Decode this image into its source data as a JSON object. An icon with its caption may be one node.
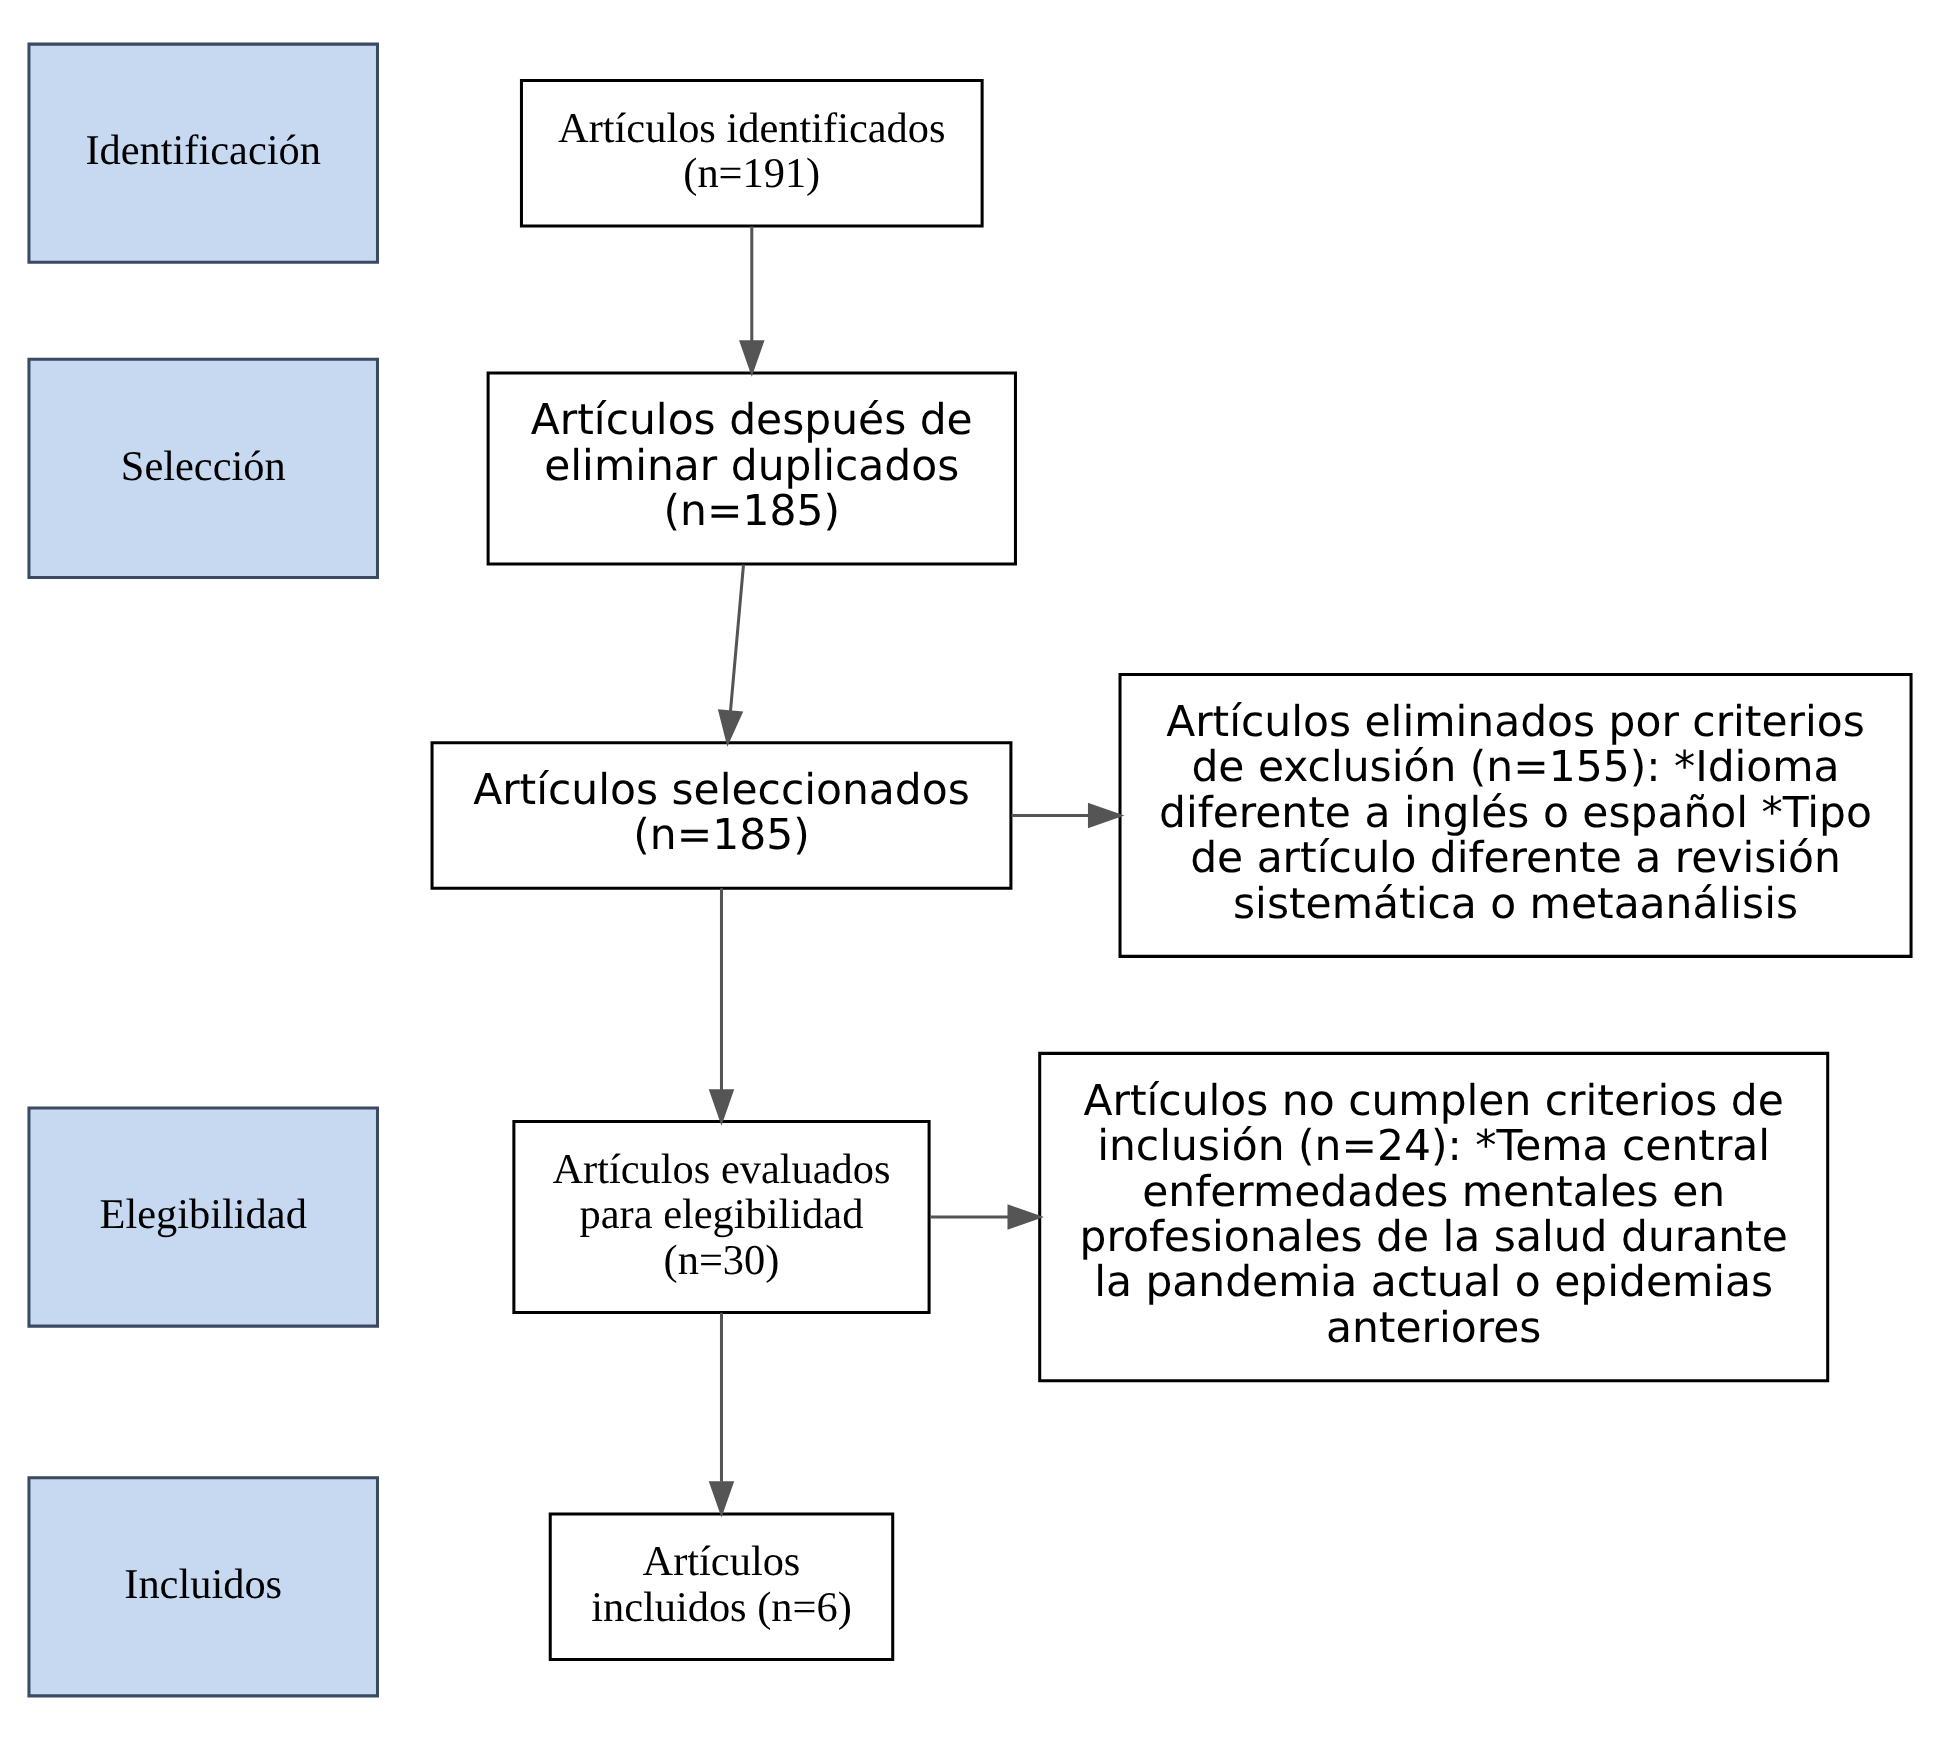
{
  "diagram": {
    "nodes": [
      {
        "text": [
          "Identificación"
        ]
      },
      {
        "text": [
          "Selección"
        ]
      },
      {
        "text": [
          "Elegibilidad"
        ]
      },
      {
        "text": [
          "Incluidos"
        ]
      },
      {
        "text": [
          "Artículos identificados (n=191)"
        ]
      },
      {
        "text": [
          "Artículos después de eliminar duplicados (n=185)"
        ]
      },
      {
        "text": [
          "Artículos seleccionados (n=185)"
        ]
      },
      {
        "text": [
          "Artículos eliminados por criterios de exclusión (n=155): *Idioma diferente a inglés o español *Tipo de artículo diferente a revisión sistemática o metaanálisis"
        ]
      },
      {
        "text": [
          "Artículos evaluados para elegibilidad (n=30)"
        ]
      },
      {
        "text": [
          "Artículos no cumplen criterios de inclusión (n=24): *Tema central enfermedades mentales en profesionales de la salud durante la pandemia actual o epidemias anteriores"
        ]
      },
      {
        "text": [
          "Artículos incluidos (n=6)"
        ]
      }
    ],
    "edges": [
      {
        "from": 4,
        "to": 5,
        "arrow": "to"
      },
      {
        "from": 5,
        "to": 6,
        "arrow": "to"
      },
      {
        "from": 6,
        "to": 7,
        "arrow": "to"
      },
      {
        "from": 6,
        "to": 8,
        "arrow": "to"
      },
      {
        "from": 8,
        "to": 9,
        "arrow": "to"
      },
      {
        "from": 8,
        "to": 10,
        "arrow": "to"
      }
    ]
  }
}
